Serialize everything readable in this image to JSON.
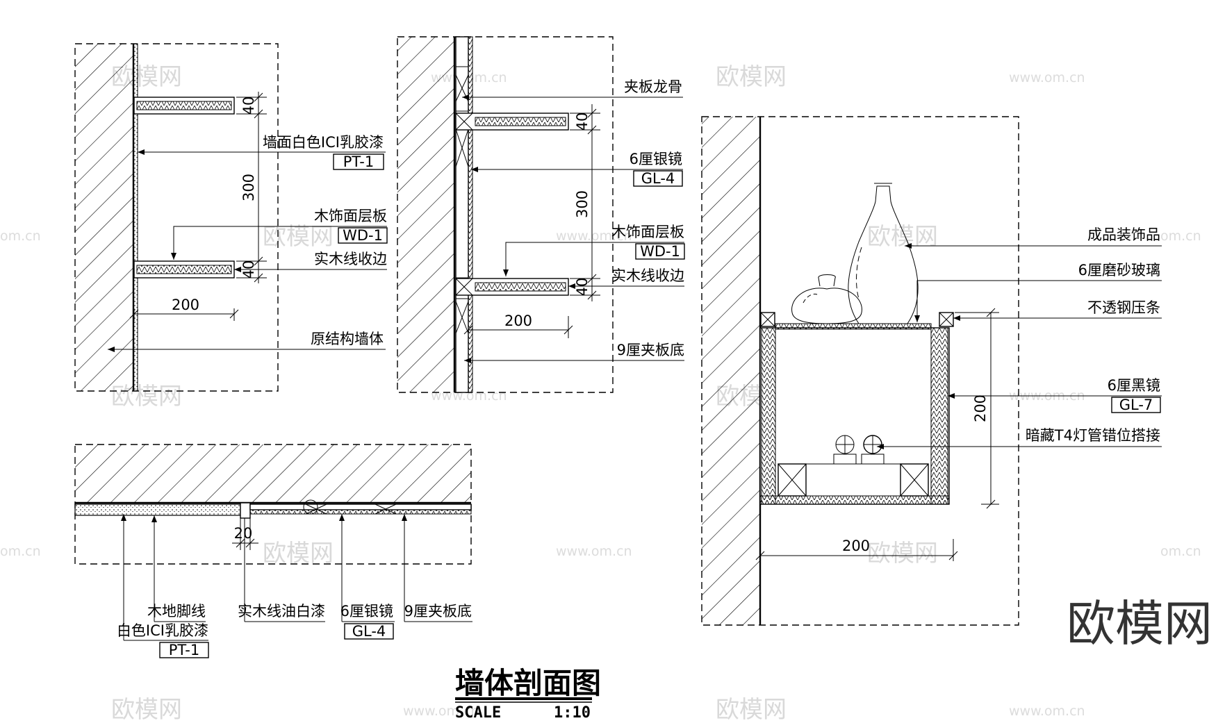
{
  "title": "墙体剖面图",
  "scale": {
    "label": "SCALE",
    "value": "1:10"
  },
  "watermark": {
    "brand": "欧模网",
    "url": "www.om.cn",
    "url_partial": "om.cn"
  },
  "detail_a": {
    "dims": {
      "top": "40",
      "middle": "300",
      "bottom": "40",
      "width": "200"
    },
    "labels": {
      "paint": "墙面白色ICI乳胶漆",
      "paint_code": "PT-1",
      "veneer": "木饰面层板",
      "veneer_code": "WD-1",
      "edge": "实木线收边",
      "wall": "原结构墙体"
    }
  },
  "detail_b": {
    "dims": {
      "top": "40",
      "middle": "300",
      "bottom": "40",
      "width": "200"
    },
    "labels": {
      "keel": "夹板龙骨",
      "mirror": "6厘银镜",
      "mirror_code": "GL-4",
      "veneer": "木饰面层板",
      "veneer_code": "WD-1",
      "edge": "实木线收边",
      "plywood": "9厘夹板底"
    }
  },
  "detail_c": {
    "dims": {
      "gap": "20"
    },
    "labels": {
      "skirting": "木地脚线",
      "paint": "白色ICI乳胶漆",
      "paint_code": "PT-1",
      "trim": "实木线油白漆",
      "mirror": "6厘银镜",
      "mirror_code": "GL-4",
      "plywood": "9厘夹板底"
    }
  },
  "detail_d": {
    "dims": {
      "height": "200",
      "width": "200"
    },
    "labels": {
      "ornament": "成品装饰品",
      "glass": "6厘磨砂玻璃",
      "strip": "不透钢压条",
      "black_mirror": "6厘黑镜",
      "black_mirror_code": "GL-7",
      "light": "暗藏T4灯管错位搭接"
    }
  }
}
